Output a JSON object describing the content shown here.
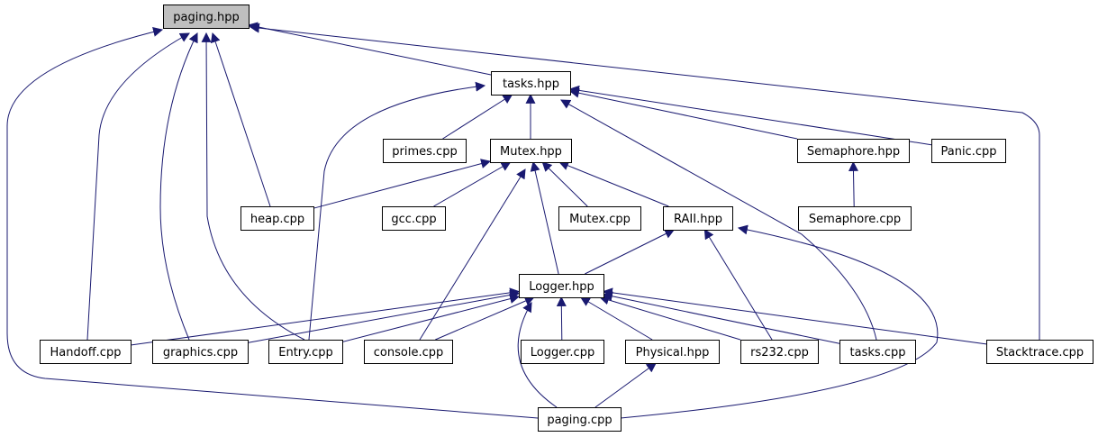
{
  "diagram": {
    "colors": {
      "edge": "#191970",
      "node_border": "#000000",
      "node_fill": "#ffffff",
      "root_fill": "#bfbfbf"
    },
    "nodes": [
      {
        "id": "paging_hpp",
        "label": "paging.hpp",
        "root": true
      },
      {
        "id": "tasks_hpp",
        "label": "tasks.hpp"
      },
      {
        "id": "primes_cpp",
        "label": "primes.cpp"
      },
      {
        "id": "mutex_hpp",
        "label": "Mutex.hpp"
      },
      {
        "id": "semaphore_hpp",
        "label": "Semaphore.hpp"
      },
      {
        "id": "panic_cpp",
        "label": "Panic.cpp"
      },
      {
        "id": "heap_cpp",
        "label": "heap.cpp"
      },
      {
        "id": "gcc_cpp",
        "label": "gcc.cpp"
      },
      {
        "id": "mutex_cpp",
        "label": "Mutex.cpp"
      },
      {
        "id": "raii_hpp",
        "label": "RAII.hpp"
      },
      {
        "id": "semaphore_cpp",
        "label": "Semaphore.cpp"
      },
      {
        "id": "logger_hpp",
        "label": "Logger.hpp"
      },
      {
        "id": "handoff_cpp",
        "label": "Handoff.cpp"
      },
      {
        "id": "graphics_cpp",
        "label": "graphics.cpp"
      },
      {
        "id": "entry_cpp",
        "label": "Entry.cpp"
      },
      {
        "id": "console_cpp",
        "label": "console.cpp"
      },
      {
        "id": "logger_cpp",
        "label": "Logger.cpp"
      },
      {
        "id": "physical_hpp",
        "label": "Physical.hpp"
      },
      {
        "id": "rs232_cpp",
        "label": "rs232.cpp"
      },
      {
        "id": "tasks_cpp",
        "label": "tasks.cpp"
      },
      {
        "id": "stacktrace_cpp",
        "label": "Stacktrace.cpp"
      },
      {
        "id": "paging_cpp",
        "label": "paging.cpp"
      }
    ],
    "edges": [
      {
        "from": "tasks_hpp",
        "to": "paging_hpp"
      },
      {
        "from": "stacktrace_cpp",
        "to": "paging_hpp"
      },
      {
        "from": "heap_cpp",
        "to": "paging_hpp"
      },
      {
        "from": "entry_cpp",
        "to": "paging_hpp"
      },
      {
        "from": "graphics_cpp",
        "to": "paging_hpp"
      },
      {
        "from": "handoff_cpp",
        "to": "paging_hpp"
      },
      {
        "from": "paging_cpp",
        "to": "paging_hpp"
      },
      {
        "from": "primes_cpp",
        "to": "tasks_hpp"
      },
      {
        "from": "mutex_hpp",
        "to": "tasks_hpp"
      },
      {
        "from": "semaphore_hpp",
        "to": "tasks_hpp"
      },
      {
        "from": "panic_cpp",
        "to": "tasks_hpp"
      },
      {
        "from": "entry_cpp",
        "to": "tasks_hpp"
      },
      {
        "from": "tasks_cpp",
        "to": "tasks_hpp"
      },
      {
        "from": "semaphore_cpp",
        "to": "semaphore_hpp"
      },
      {
        "from": "heap_cpp",
        "to": "mutex_hpp"
      },
      {
        "from": "gcc_cpp",
        "to": "mutex_hpp"
      },
      {
        "from": "mutex_cpp",
        "to": "mutex_hpp"
      },
      {
        "from": "raii_hpp",
        "to": "mutex_hpp"
      },
      {
        "from": "console_cpp",
        "to": "mutex_hpp"
      },
      {
        "from": "logger_hpp",
        "to": "mutex_hpp"
      },
      {
        "from": "logger_hpp",
        "to": "raii_hpp"
      },
      {
        "from": "rs232_cpp",
        "to": "raii_hpp"
      },
      {
        "from": "paging_cpp",
        "to": "raii_hpp"
      },
      {
        "from": "handoff_cpp",
        "to": "logger_hpp"
      },
      {
        "from": "graphics_cpp",
        "to": "logger_hpp"
      },
      {
        "from": "entry_cpp",
        "to": "logger_hpp"
      },
      {
        "from": "console_cpp",
        "to": "logger_hpp"
      },
      {
        "from": "logger_cpp",
        "to": "logger_hpp"
      },
      {
        "from": "physical_hpp",
        "to": "logger_hpp"
      },
      {
        "from": "rs232_cpp",
        "to": "logger_hpp"
      },
      {
        "from": "tasks_cpp",
        "to": "logger_hpp"
      },
      {
        "from": "stacktrace_cpp",
        "to": "logger_hpp"
      },
      {
        "from": "paging_cpp",
        "to": "logger_hpp"
      },
      {
        "from": "paging_cpp",
        "to": "physical_hpp"
      }
    ]
  }
}
